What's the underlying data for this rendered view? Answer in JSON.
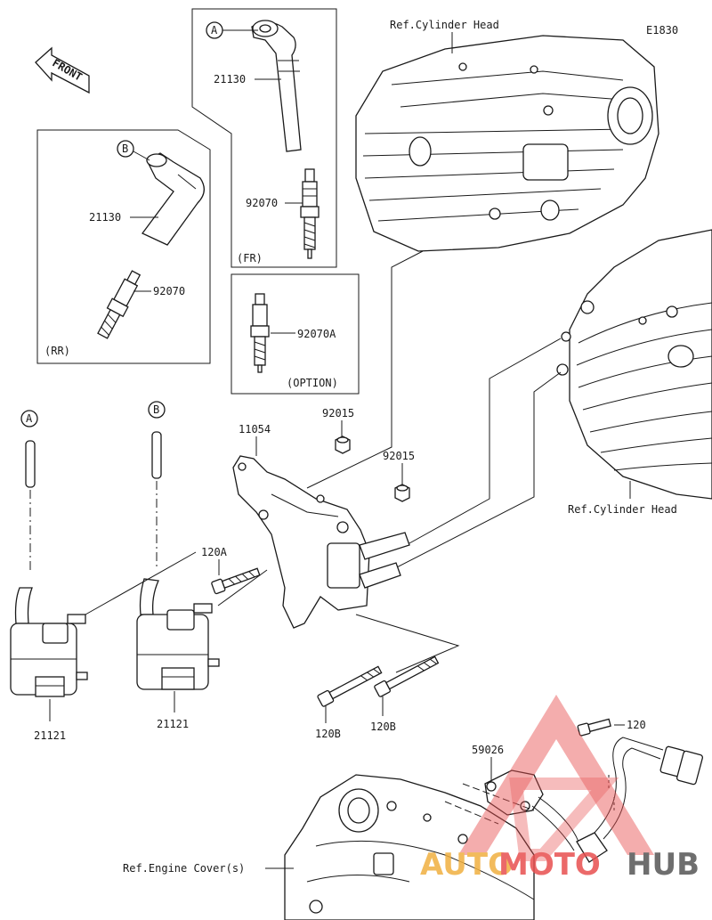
{
  "diagram": {
    "code": "E1830",
    "front_label": "FRONT",
    "refs": {
      "cylinder_head_top": "Ref.Cylinder Head",
      "cylinder_head_right": "Ref.Cylinder Head",
      "engine_cover": "Ref.Engine Cover(s)"
    },
    "boxes": {
      "fr": "(FR)",
      "rr": "(RR)",
      "option": "(OPTION)"
    },
    "callouts": {
      "a": "A",
      "b": "B"
    },
    "parts": {
      "cap_fr": "21130",
      "plug_fr": "92070",
      "cap_rr": "21130",
      "plug_rr": "92070",
      "plug_option": "92070A",
      "bracket": "11054",
      "nut_upper": "92015",
      "nut_lower": "92015",
      "bolt_120a": "120A",
      "coil_left": "21121",
      "coil_right": "21121",
      "bolt_120b_left": "120B",
      "bolt_120b_right": "120B",
      "bolt_120": "120",
      "sensor": "59026"
    }
  },
  "watermark": {
    "part1": "AUTO",
    "part2": "MOTO",
    "part3": "HUB",
    "color_main": "#f0b040",
    "color_accent": "#e85050",
    "color_dark": "#555555"
  }
}
